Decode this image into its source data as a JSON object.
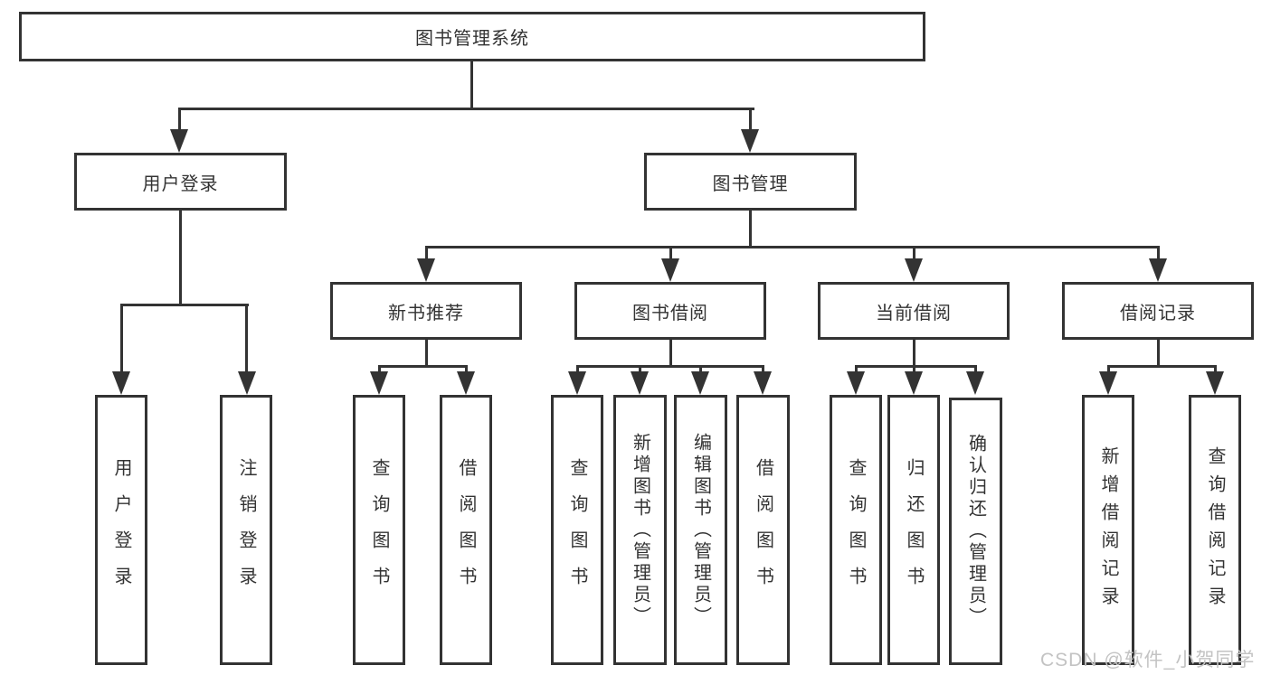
{
  "diagram_title": "图书管理系统",
  "colors": {
    "line": "#333333",
    "text": "#333333",
    "background": "#ffffff",
    "watermark": "#c3c3c3"
  },
  "nodes": {
    "root": {
      "label": "图书管理系统"
    },
    "level2": {
      "user_login": {
        "label": "用户登录"
      },
      "book_management": {
        "label": "图书管理"
      }
    },
    "level3": {
      "new_book_recommend": {
        "label": "新书推荐"
      },
      "book_borrow": {
        "label": "图书借阅"
      },
      "current_borrow": {
        "label": "当前借阅"
      },
      "borrow_records": {
        "label": "借阅记录"
      }
    },
    "leaves": {
      "user_login_login": {
        "label": "用户登录"
      },
      "user_login_logout": {
        "label": "注销登录"
      },
      "rec_query_books": {
        "label": "查询图书"
      },
      "rec_borrow_books": {
        "label": "借阅图书"
      },
      "borrow_query_books": {
        "label": "查询图书"
      },
      "borrow_add_books": {
        "label": "新增图书（管理员）"
      },
      "borrow_edit_books": {
        "label": "编辑图书（管理员）"
      },
      "borrow_borrow_books": {
        "label": "借阅图书"
      },
      "cur_query_books": {
        "label": "查询图书"
      },
      "cur_return_books": {
        "label": "归还图书"
      },
      "cur_confirm_return": {
        "label": "确认归还（管理员）"
      },
      "records_add_record": {
        "label": "新增借阅记录"
      },
      "records_query_record": {
        "label": "查询借阅记录"
      }
    }
  },
  "watermark": {
    "text": "CSDN @软件_小贺同学"
  }
}
